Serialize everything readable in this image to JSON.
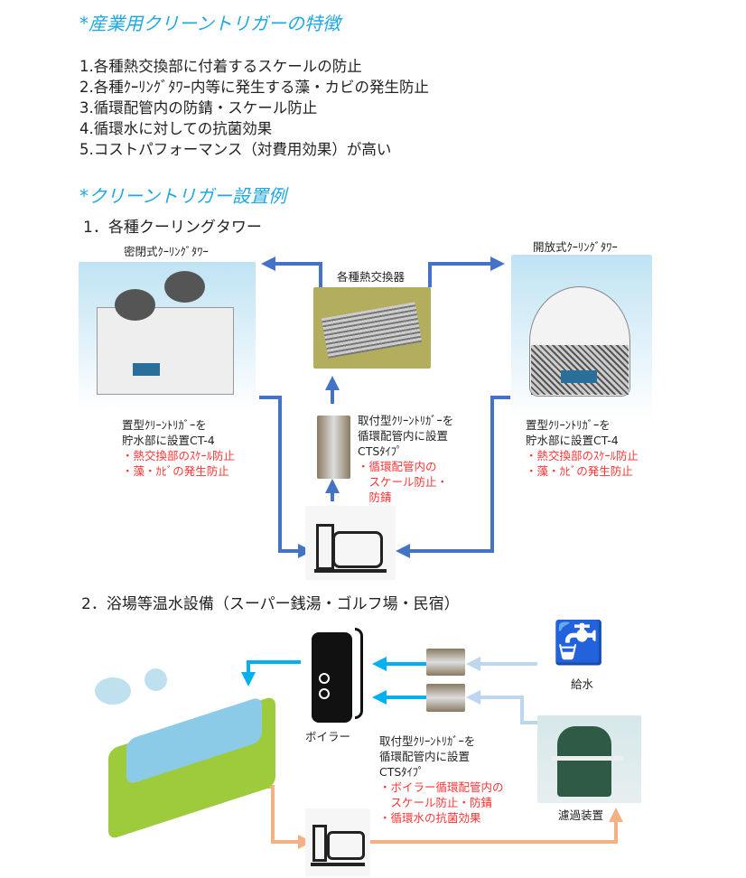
{
  "features": {
    "title": "*産業用クリーントリガーの特徴",
    "items": [
      "1.各種熱交換部に付着するスケールの防止",
      "2.各種ｸｰﾘﾝｸﾞﾀﾜｰ内等に発生する藻・カビの発生防止",
      "3.循環配管内の防錆・スケール防止",
      "4.循環水に対しての抗菌効果",
      "5.コストパフォーマンス（対費用効果）が高い"
    ]
  },
  "examples": {
    "title": "*クリーントリガー設置例"
  },
  "section1": {
    "heading": "1．各種クーリングタワー",
    "closed_tower": "密閉式ｸｰﾘﾝｸﾞﾀﾜｰ",
    "open_tower": "開放式ｸｰﾘﾝｸﾞﾀﾜｰ",
    "heat_exchanger": "各種熱交換器",
    "left_note": [
      "置型ｸﾘｰﾝﾄﾘｶﾞｰを",
      "貯水部に設置CT-4"
    ],
    "left_effects": [
      "・熱交換部のｽｹｰﾙ防止",
      "・藻・ｶﾋﾞの発生防止"
    ],
    "right_note": [
      "置型ｸﾘｰﾝﾄﾘｶﾞｰを",
      "貯水部に設置CT-4"
    ],
    "right_effects": [
      "・熱交換部のｽｹｰﾙ防止",
      "・藻・ｶﾋﾞの発生防止"
    ],
    "cts_note": [
      "取付型ｸﾘｰﾝﾄﾘｶﾞｰを",
      "循環配管内に設置",
      "CTSﾀｲﾌﾟ"
    ],
    "cts_effects": [
      "・循環配管内の",
      "　スケール防止・",
      "　防錆"
    ]
  },
  "section2": {
    "heading": "2．浴場等温水設備（スーパー銭湯・ゴルフ場・民宿）",
    "boiler": "ボイラー",
    "water_supply": "給水",
    "filter": "濾過装置",
    "cts_note": [
      "取付型ｸﾘｰﾝﾄﾘｶﾞｰを",
      "循環配管内に設置",
      "CTSﾀｲﾌﾟ"
    ],
    "cts_effects": [
      "・ボイラー循環配管内の",
      "　スケール防止・防錆",
      "・循環水の抗菌効果"
    ]
  },
  "colors": {
    "accent": "#1EA7E1",
    "arrow_blue": "#4472C4",
    "arrow_cyan": "#00B0F0",
    "arrow_light": "#BDD7EE",
    "arrow_orange": "#F4B183",
    "effect_red": "#FF3333"
  }
}
